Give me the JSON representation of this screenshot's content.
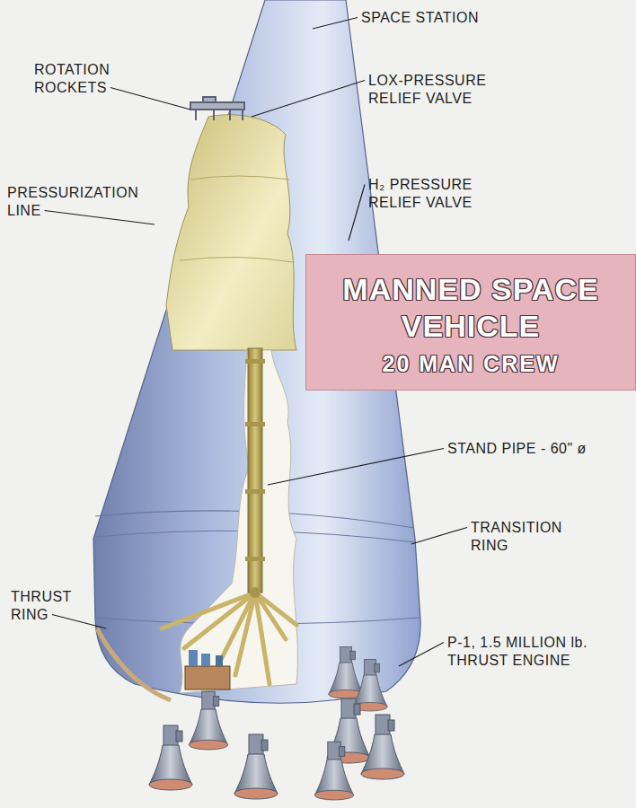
{
  "diagram": {
    "nodes": [
      {
        "text": [
          "MANNED SPACE VEHICLE",
          "20 MAN CREW"
        ]
      }
    ],
    "labels": [
      "SPACE STATION",
      "ROTATION ROCKETS",
      "LOX-PRESSURE RELIEF VALVE",
      "PRESSURIZATION LINE",
      "H₂ PRESSURE RELIEF VALVE",
      "STAND PIPE - 60\" ø",
      "TRANSITION RING",
      "THRUST RING",
      "P-1, 1.5 MILLION lb. THRUST ENGINE"
    ]
  }
}
